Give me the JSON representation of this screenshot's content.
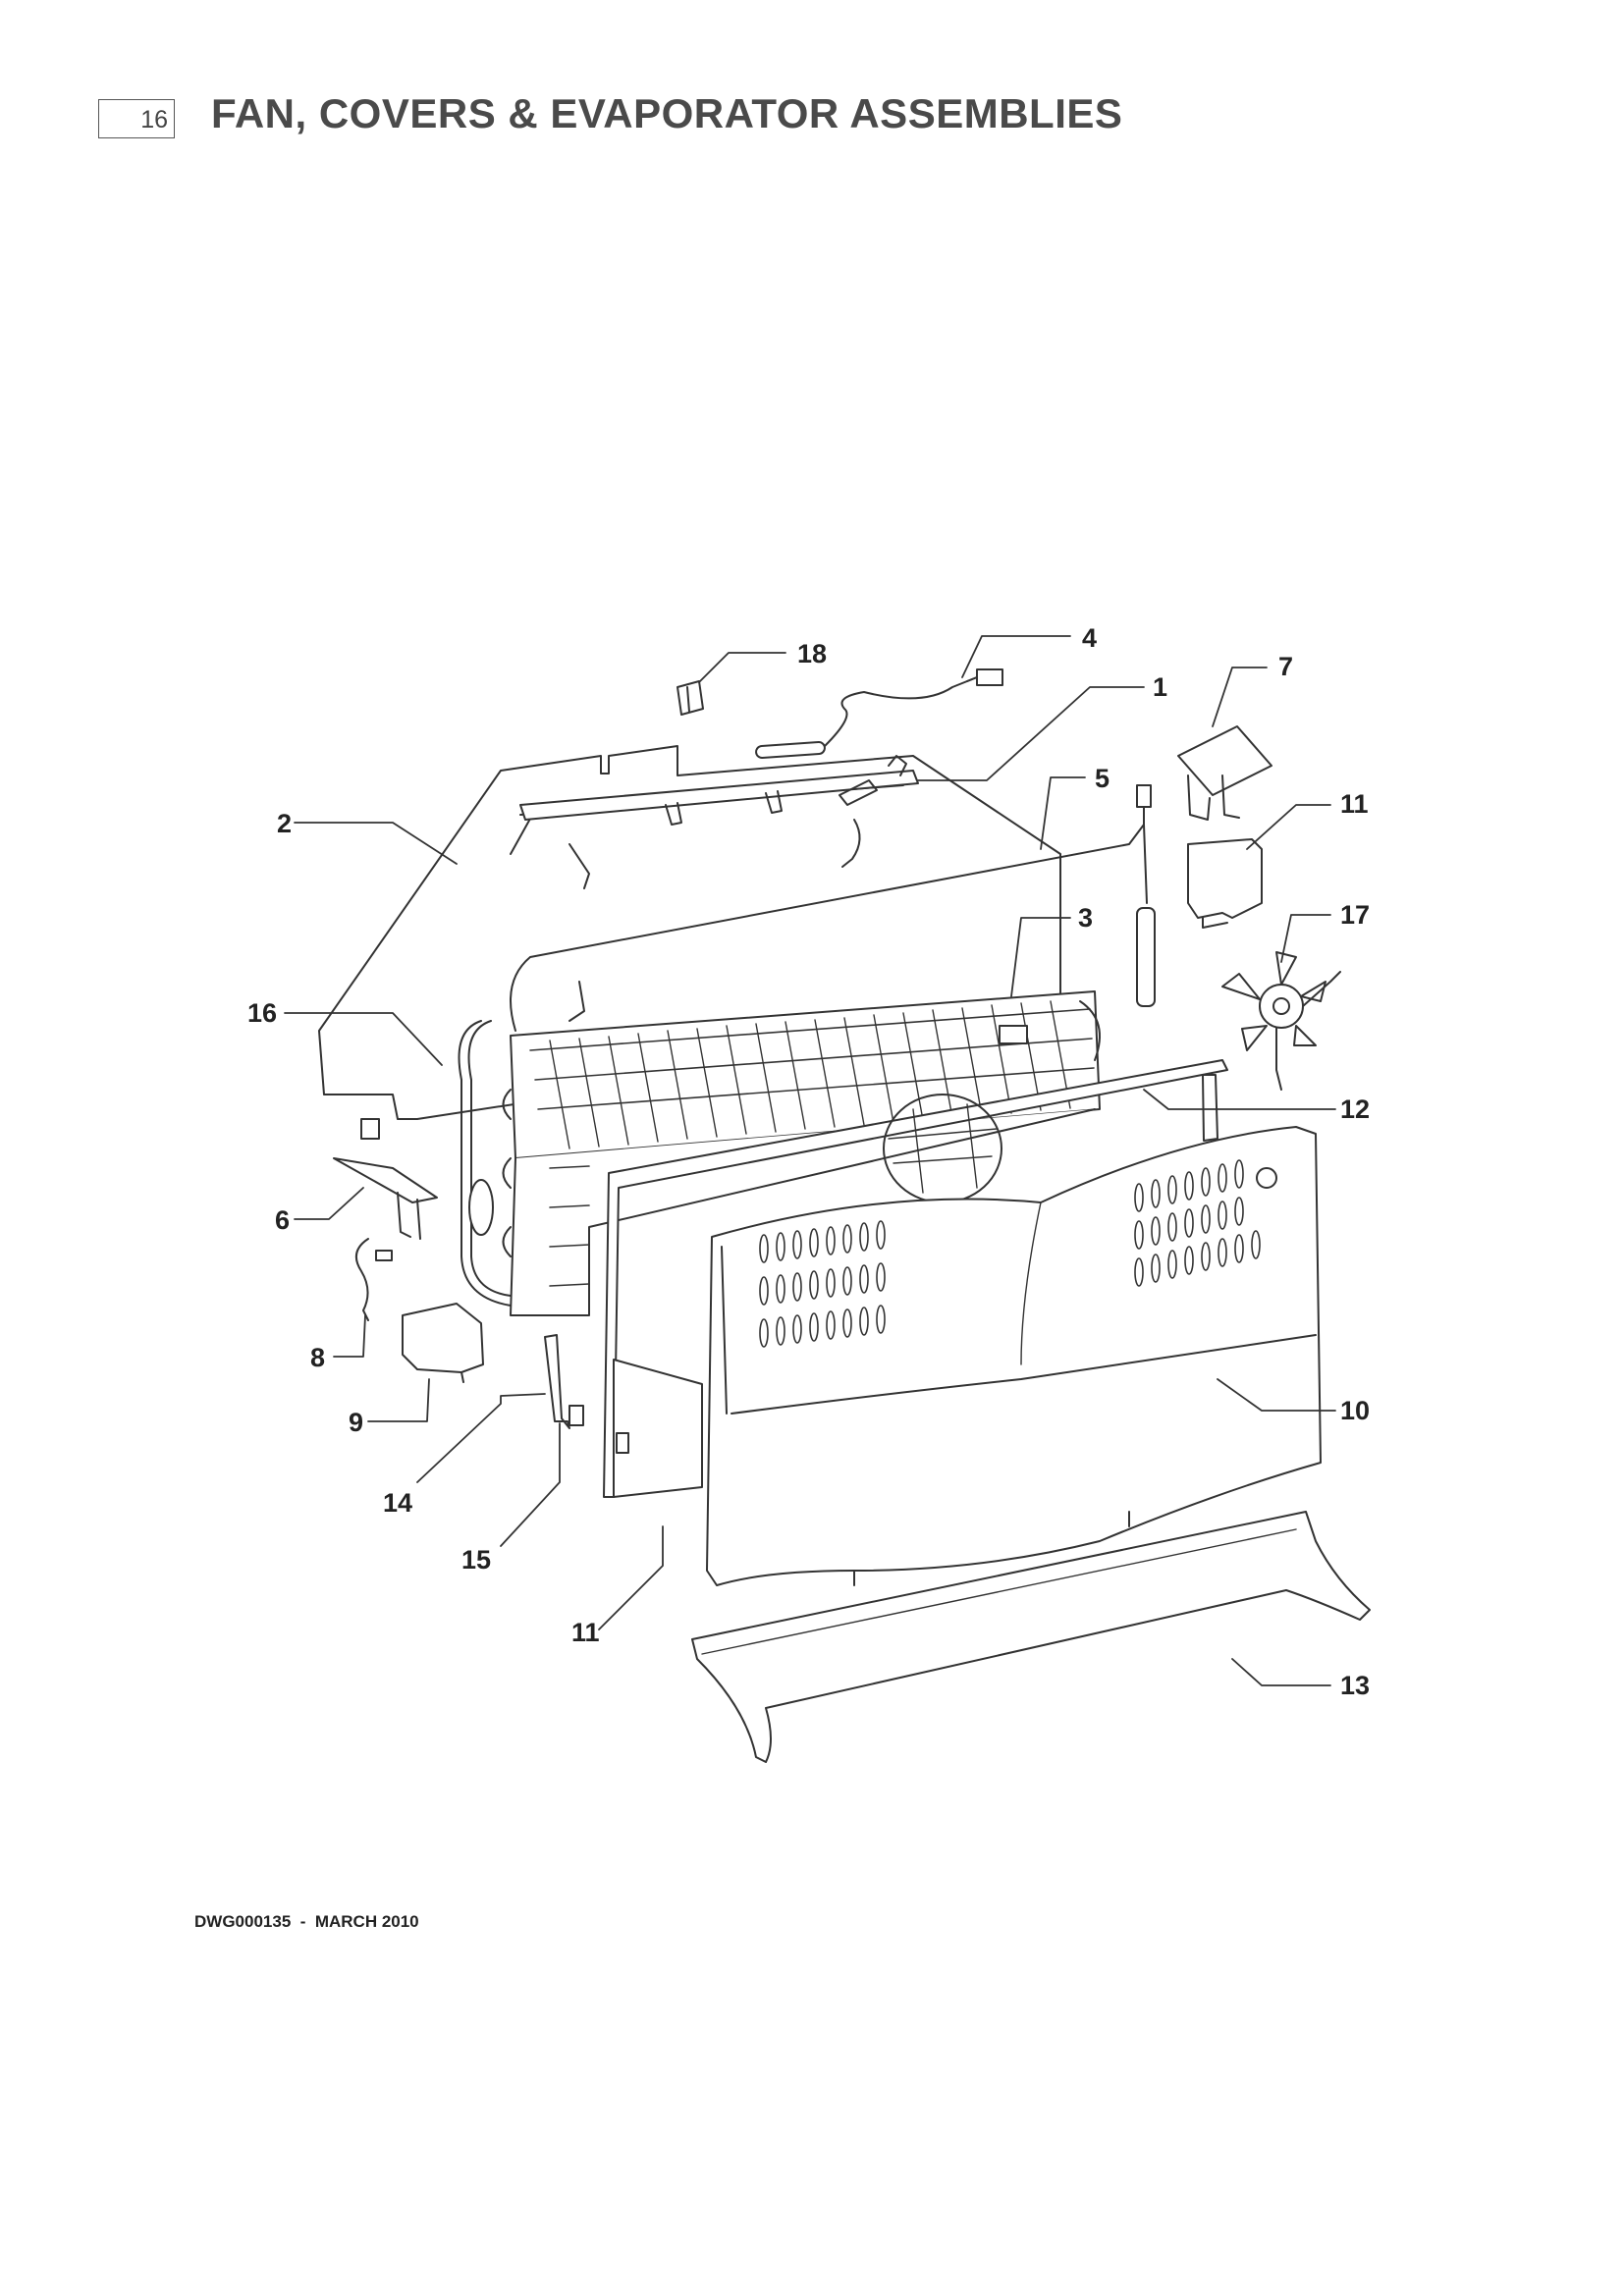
{
  "header": {
    "page_number": "16",
    "title": "FAN, COVERS & EVAPORATOR ASSEMBLIES"
  },
  "footer": {
    "drawing_ref": "DWG000135  -  MARCH 2010"
  },
  "diagram": {
    "callouts": [
      {
        "id": "c18",
        "label": "18"
      },
      {
        "id": "c4",
        "label": "4"
      },
      {
        "id": "c1",
        "label": "1"
      },
      {
        "id": "c7",
        "label": "7"
      },
      {
        "id": "c5",
        "label": "5"
      },
      {
        "id": "c2",
        "label": "2"
      },
      {
        "id": "c11a",
        "label": "11"
      },
      {
        "id": "c3",
        "label": "3"
      },
      {
        "id": "c17",
        "label": "17"
      },
      {
        "id": "c16",
        "label": "16"
      },
      {
        "id": "c12",
        "label": "12"
      },
      {
        "id": "c6",
        "label": "6"
      },
      {
        "id": "c8",
        "label": "8"
      },
      {
        "id": "c10",
        "label": "10"
      },
      {
        "id": "c9",
        "label": "9"
      },
      {
        "id": "c14",
        "label": "14"
      },
      {
        "id": "c15",
        "label": "15"
      },
      {
        "id": "c11b",
        "label": "11"
      },
      {
        "id": "c13",
        "label": "13"
      }
    ]
  }
}
